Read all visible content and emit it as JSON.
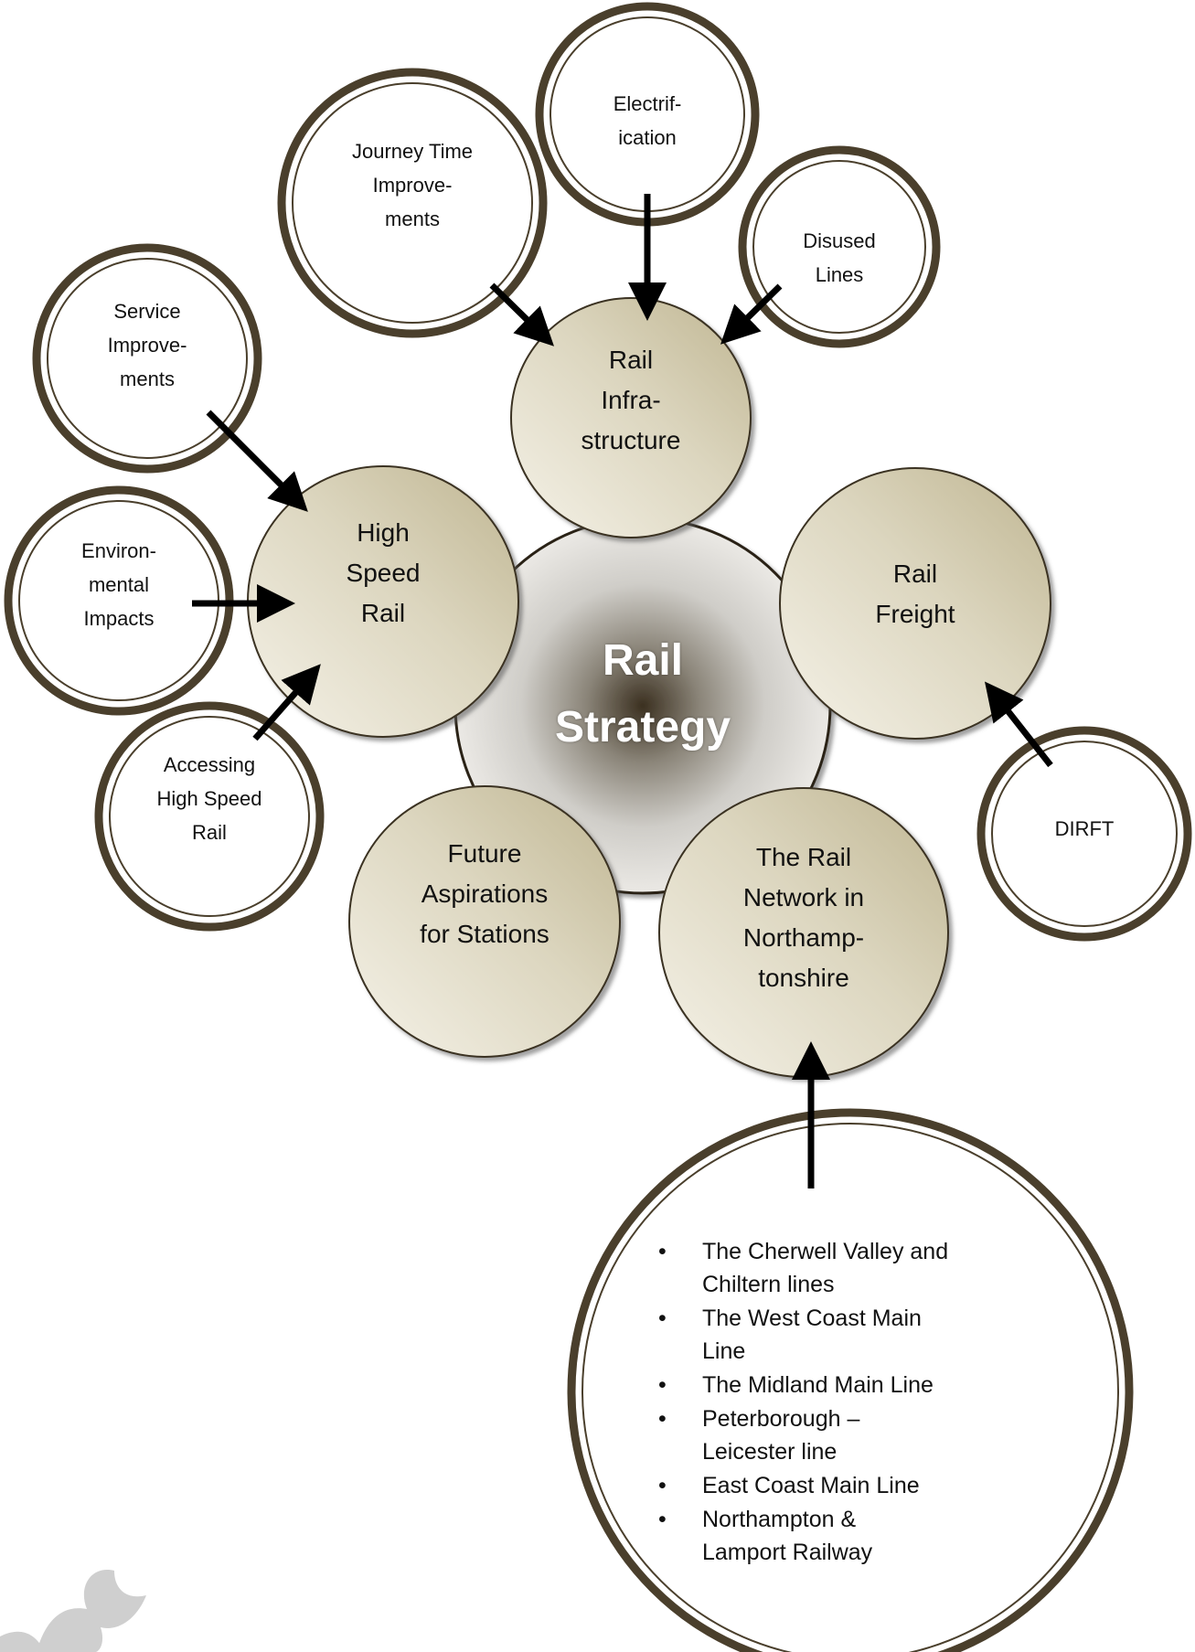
{
  "center": {
    "line1": "Rail",
    "line2": "Strategy"
  },
  "main_nodes": {
    "rail_infrastructure": [
      "Rail",
      "Infra-",
      "structure"
    ],
    "high_speed_rail": [
      "High",
      "Speed",
      "Rail"
    ],
    "rail_freight": [
      "Rail",
      "Freight"
    ],
    "future_aspirations": [
      "Future",
      "Aspirations",
      "for Stations"
    ],
    "rail_network": [
      "The Rail",
      "Network in",
      "Northamp-",
      "tonshire"
    ]
  },
  "sub_nodes": {
    "electrification": [
      "Electrif-",
      "ication"
    ],
    "journey_time": [
      "Journey Time",
      "Improve-",
      "ments"
    ],
    "disused_lines": [
      "Disused",
      "Lines"
    ],
    "service_improvements": [
      "Service",
      "Improve-",
      "ments"
    ],
    "environmental_impacts": [
      "Environ-",
      "mental",
      "Impacts"
    ],
    "accessing_hsr": [
      "Accessing",
      "High Speed",
      "Rail"
    ],
    "dirft": [
      "DIRFT"
    ]
  },
  "network_list": {
    "bullet": "•",
    "items": [
      [
        "The Cherwell Valley and",
        "Chiltern lines"
      ],
      [
        "The West Coast Main",
        "Line"
      ],
      [
        "The Midland Main Line"
      ],
      [
        "Peterborough –",
        "Leicester line"
      ],
      [
        "East Coast Main Line"
      ],
      [
        "Northampton &",
        "Lamport Railway"
      ]
    ]
  },
  "colors": {
    "ring": "#4a3f2c",
    "main_fill_light": "#f3f0e4",
    "main_fill_dark": "#c6bd9a",
    "center_dark": "#3b3020",
    "center_light": "#e6e4e0",
    "arrow": "#000000"
  }
}
